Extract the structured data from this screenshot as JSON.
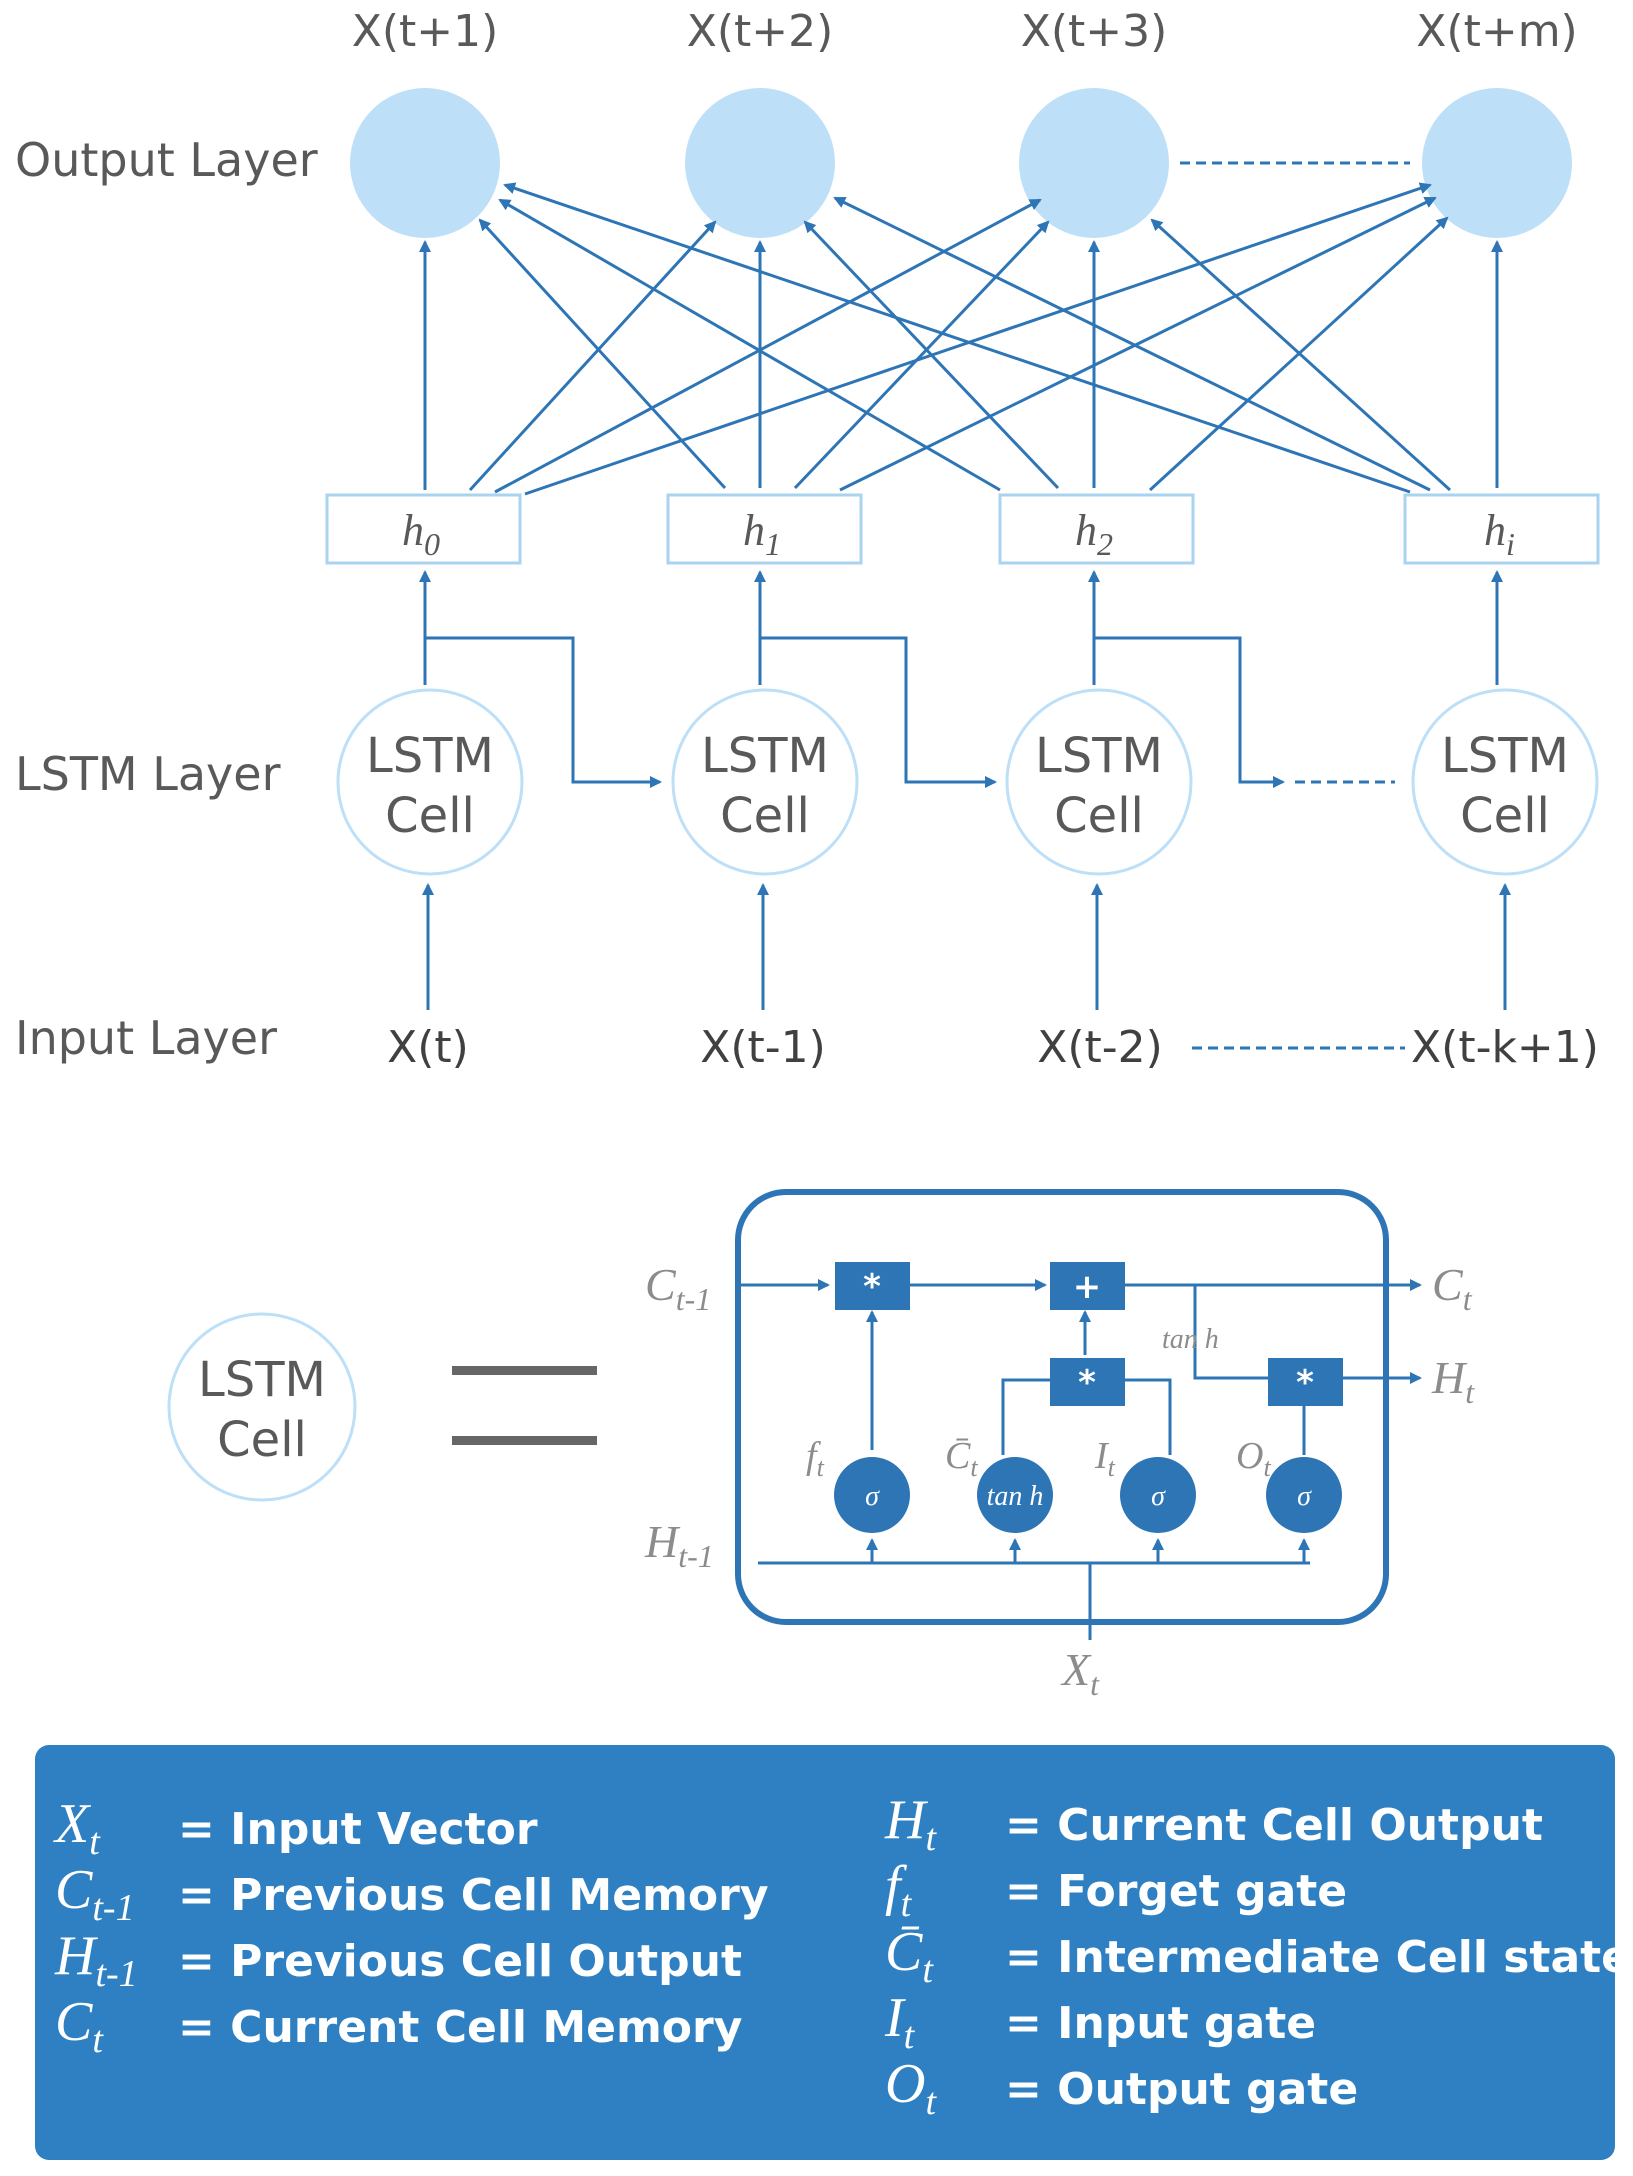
{
  "layers": {
    "output": "Output Layer",
    "lstm": "LSTM Layer",
    "input": "Input Layer"
  },
  "outputs": [
    "X(t+1)",
    "X(t+2)",
    "X(t+3)",
    "X(t+m)"
  ],
  "hidden": [
    {
      "base": "h",
      "sub": "0"
    },
    {
      "base": "h",
      "sub": "1"
    },
    {
      "base": "h",
      "sub": "2"
    },
    {
      "base": "h",
      "sub": "i"
    }
  ],
  "cells": [
    {
      "line1": "LSTM",
      "line2": "Cell"
    },
    {
      "line1": "LSTM",
      "line2": "Cell"
    },
    {
      "line1": "LSTM",
      "line2": "Cell"
    },
    {
      "line1": "LSTM",
      "line2": "Cell"
    }
  ],
  "inputs": [
    "X(t)",
    "X(t-1)",
    "X(t-2)",
    "X(t-k+1)"
  ],
  "cell_detail": {
    "cell": {
      "line1": "LSTM",
      "line2": "Cell"
    },
    "c_prev": {
      "base": "C",
      "sub": "t-1"
    },
    "h_prev": {
      "base": "H",
      "sub": "t-1"
    },
    "c_out": {
      "base": "C",
      "sub": "t"
    },
    "h_out": {
      "base": "H",
      "sub": "t"
    },
    "x_in": {
      "base": "X",
      "sub": "t"
    },
    "gates": {
      "f": {
        "base": "f",
        "sub": "t"
      },
      "c_bar": {
        "base": "C̄",
        "sub": "t"
      },
      "i": {
        "base": "I",
        "sub": "t"
      },
      "o": {
        "base": "O",
        "sub": "t"
      }
    },
    "ops": {
      "mult": "*",
      "plus": "+",
      "mult_out": "*"
    },
    "sigma": "σ",
    "tanh": "tan h"
  },
  "legend": {
    "left": [
      {
        "base": "X",
        "sub": "t",
        "def": "= Input Vector"
      },
      {
        "base": "C",
        "sub": "t-1",
        "def": "= Previous Cell Memory"
      },
      {
        "base": "H",
        "sub": "t-1",
        "def": "= Previous Cell Output"
      },
      {
        "base": "C",
        "sub": "t",
        "def": "= Current Cell Memory"
      }
    ],
    "right": [
      {
        "base": "H",
        "sub": "t",
        "def": "= Current Cell Output"
      },
      {
        "base": "f",
        "sub": "t",
        "def": "= Forget gate"
      },
      {
        "base": "C̄",
        "sub": "t",
        "def": "= Intermediate Cell state"
      },
      {
        "base": "I",
        "sub": "t",
        "def": "= Input gate"
      },
      {
        "base": "O",
        "sub": "t",
        "def": "= Output gate"
      }
    ]
  },
  "colors": {
    "line": "#2e75b6",
    "node_fill": "#bddff7",
    "node_stroke": "#bddff7",
    "box_stroke": "#a9d3ef",
    "dark_blue": "#2e75b6",
    "legend_bg": "#2e80c2"
  }
}
